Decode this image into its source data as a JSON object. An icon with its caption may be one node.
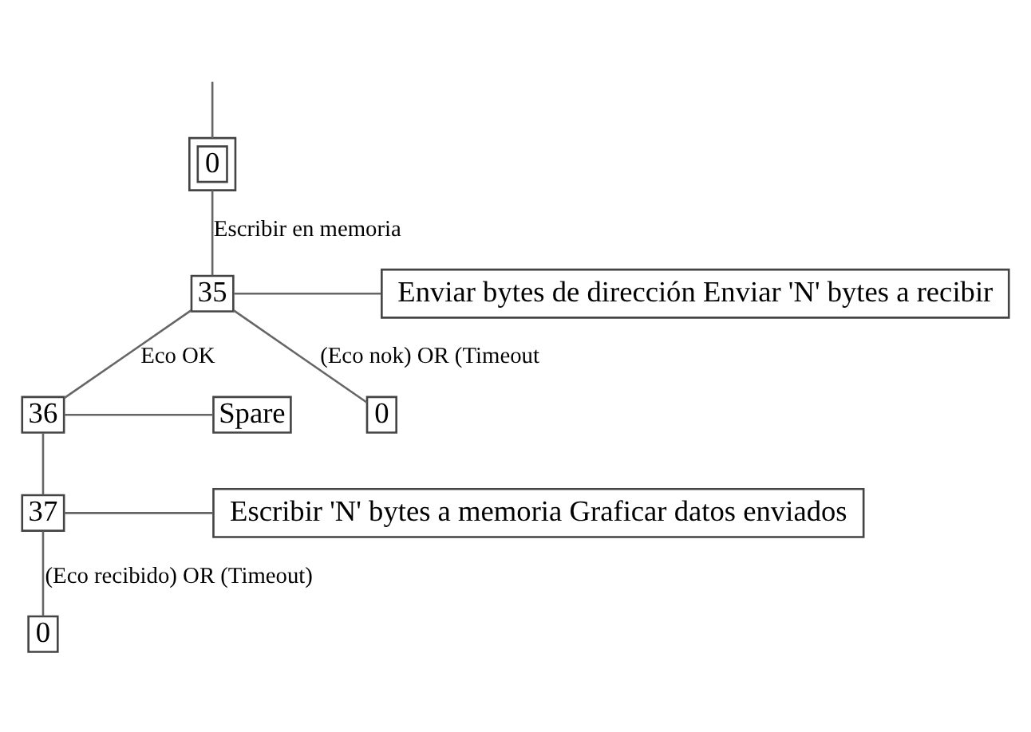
{
  "diagram": {
    "nodes": [
      {
        "text": [
          "0"
        ]
      },
      {
        "text": [
          "35"
        ]
      },
      {
        "text": [
          "Enviar bytes de dirección Enviar 'N' bytes a recibir"
        ]
      },
      {
        "text": [
          "36"
        ]
      },
      {
        "text": [
          "Spare"
        ]
      },
      {
        "text": [
          "0"
        ]
      },
      {
        "text": [
          "37"
        ]
      },
      {
        "text": [
          "Escribir 'N' bytes a memoria Graficar datos enviados"
        ]
      },
      {
        "text": [
          "0"
        ]
      }
    ],
    "edges": [
      {
        "from": null,
        "to": 0,
        "arrow": "none"
      },
      {
        "from": 0,
        "to": 1,
        "arrow": "none",
        "label": "Escribir en memoria"
      },
      {
        "from": 1,
        "to": 2,
        "arrow": "none"
      },
      {
        "from": 1,
        "to": 3,
        "arrow": "none",
        "label": "Eco OK"
      },
      {
        "from": 1,
        "to": 5,
        "arrow": "none",
        "label": "(Eco nok) OR (Timeout"
      },
      {
        "from": 3,
        "to": 4,
        "arrow": "none"
      },
      {
        "from": 3,
        "to": 6,
        "arrow": "none"
      },
      {
        "from": 6,
        "to": 7,
        "arrow": "none"
      },
      {
        "from": 6,
        "to": 8,
        "arrow": "none",
        "label": "(Eco recibido) OR (Timeout)"
      }
    ]
  }
}
